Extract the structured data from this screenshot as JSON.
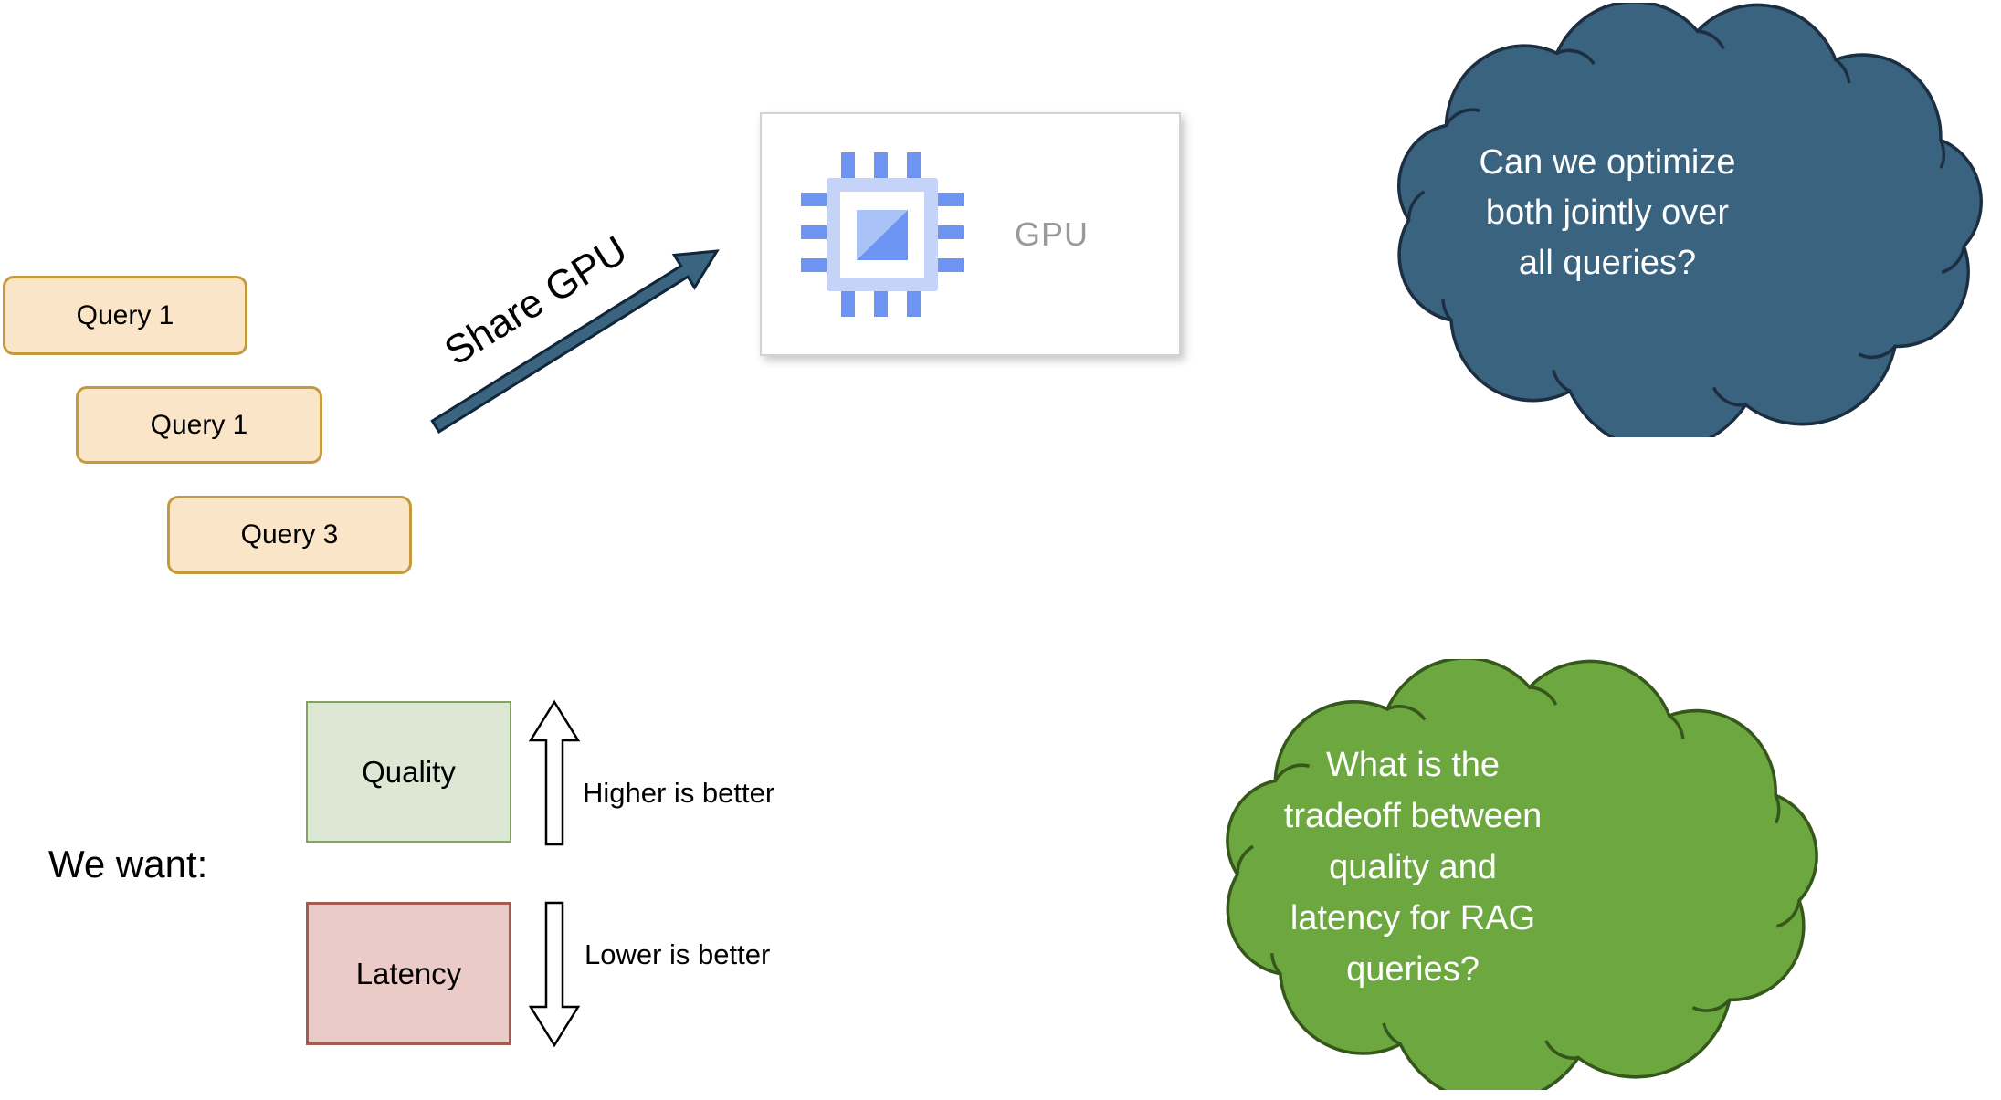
{
  "queries": {
    "items": [
      {
        "label": "Query 1"
      },
      {
        "label": "Query 1"
      },
      {
        "label": "Query 3"
      }
    ]
  },
  "share_arrow": {
    "label": "Share GPU"
  },
  "gpu": {
    "label": "GPU"
  },
  "clouds": {
    "blue": {
      "lines": [
        "Can we optimize",
        "both jointly over",
        "all queries?"
      ]
    },
    "green": {
      "lines": [
        "What is the",
        "tradeoff between",
        "quality and",
        "latency for RAG",
        "queries?"
      ]
    }
  },
  "we_want": {
    "label": "We want:"
  },
  "metrics": {
    "quality": {
      "label": "Quality",
      "note": "Higher is better"
    },
    "latency": {
      "label": "Latency",
      "note": "Lower is better"
    }
  },
  "colors": {
    "text": "#000000",
    "query-fill": "#FAE5C8",
    "query-border": "#C49A3C",
    "arrow-fill": "#3A647F",
    "arrow-stroke": "#10263A",
    "gpu-border": "#D2D2D2",
    "gpu-label": "#9A9A9A",
    "chip-body": "#C5D3F9",
    "chip-pin": "#6D94F0",
    "chip-light": "#A9C2F8",
    "cloud-blue-fill": "#3A6380",
    "cloud-blue-stroke": "#1C2F42",
    "cloud-green-fill": "#6CA83F",
    "cloud-green-stroke": "#35571B",
    "cloud-text": "#FFFFFF",
    "quality-fill": "#DCE8D3",
    "quality-border": "#84A562",
    "latency-fill": "#EBCBC8",
    "latency-border": "#A35C52"
  }
}
